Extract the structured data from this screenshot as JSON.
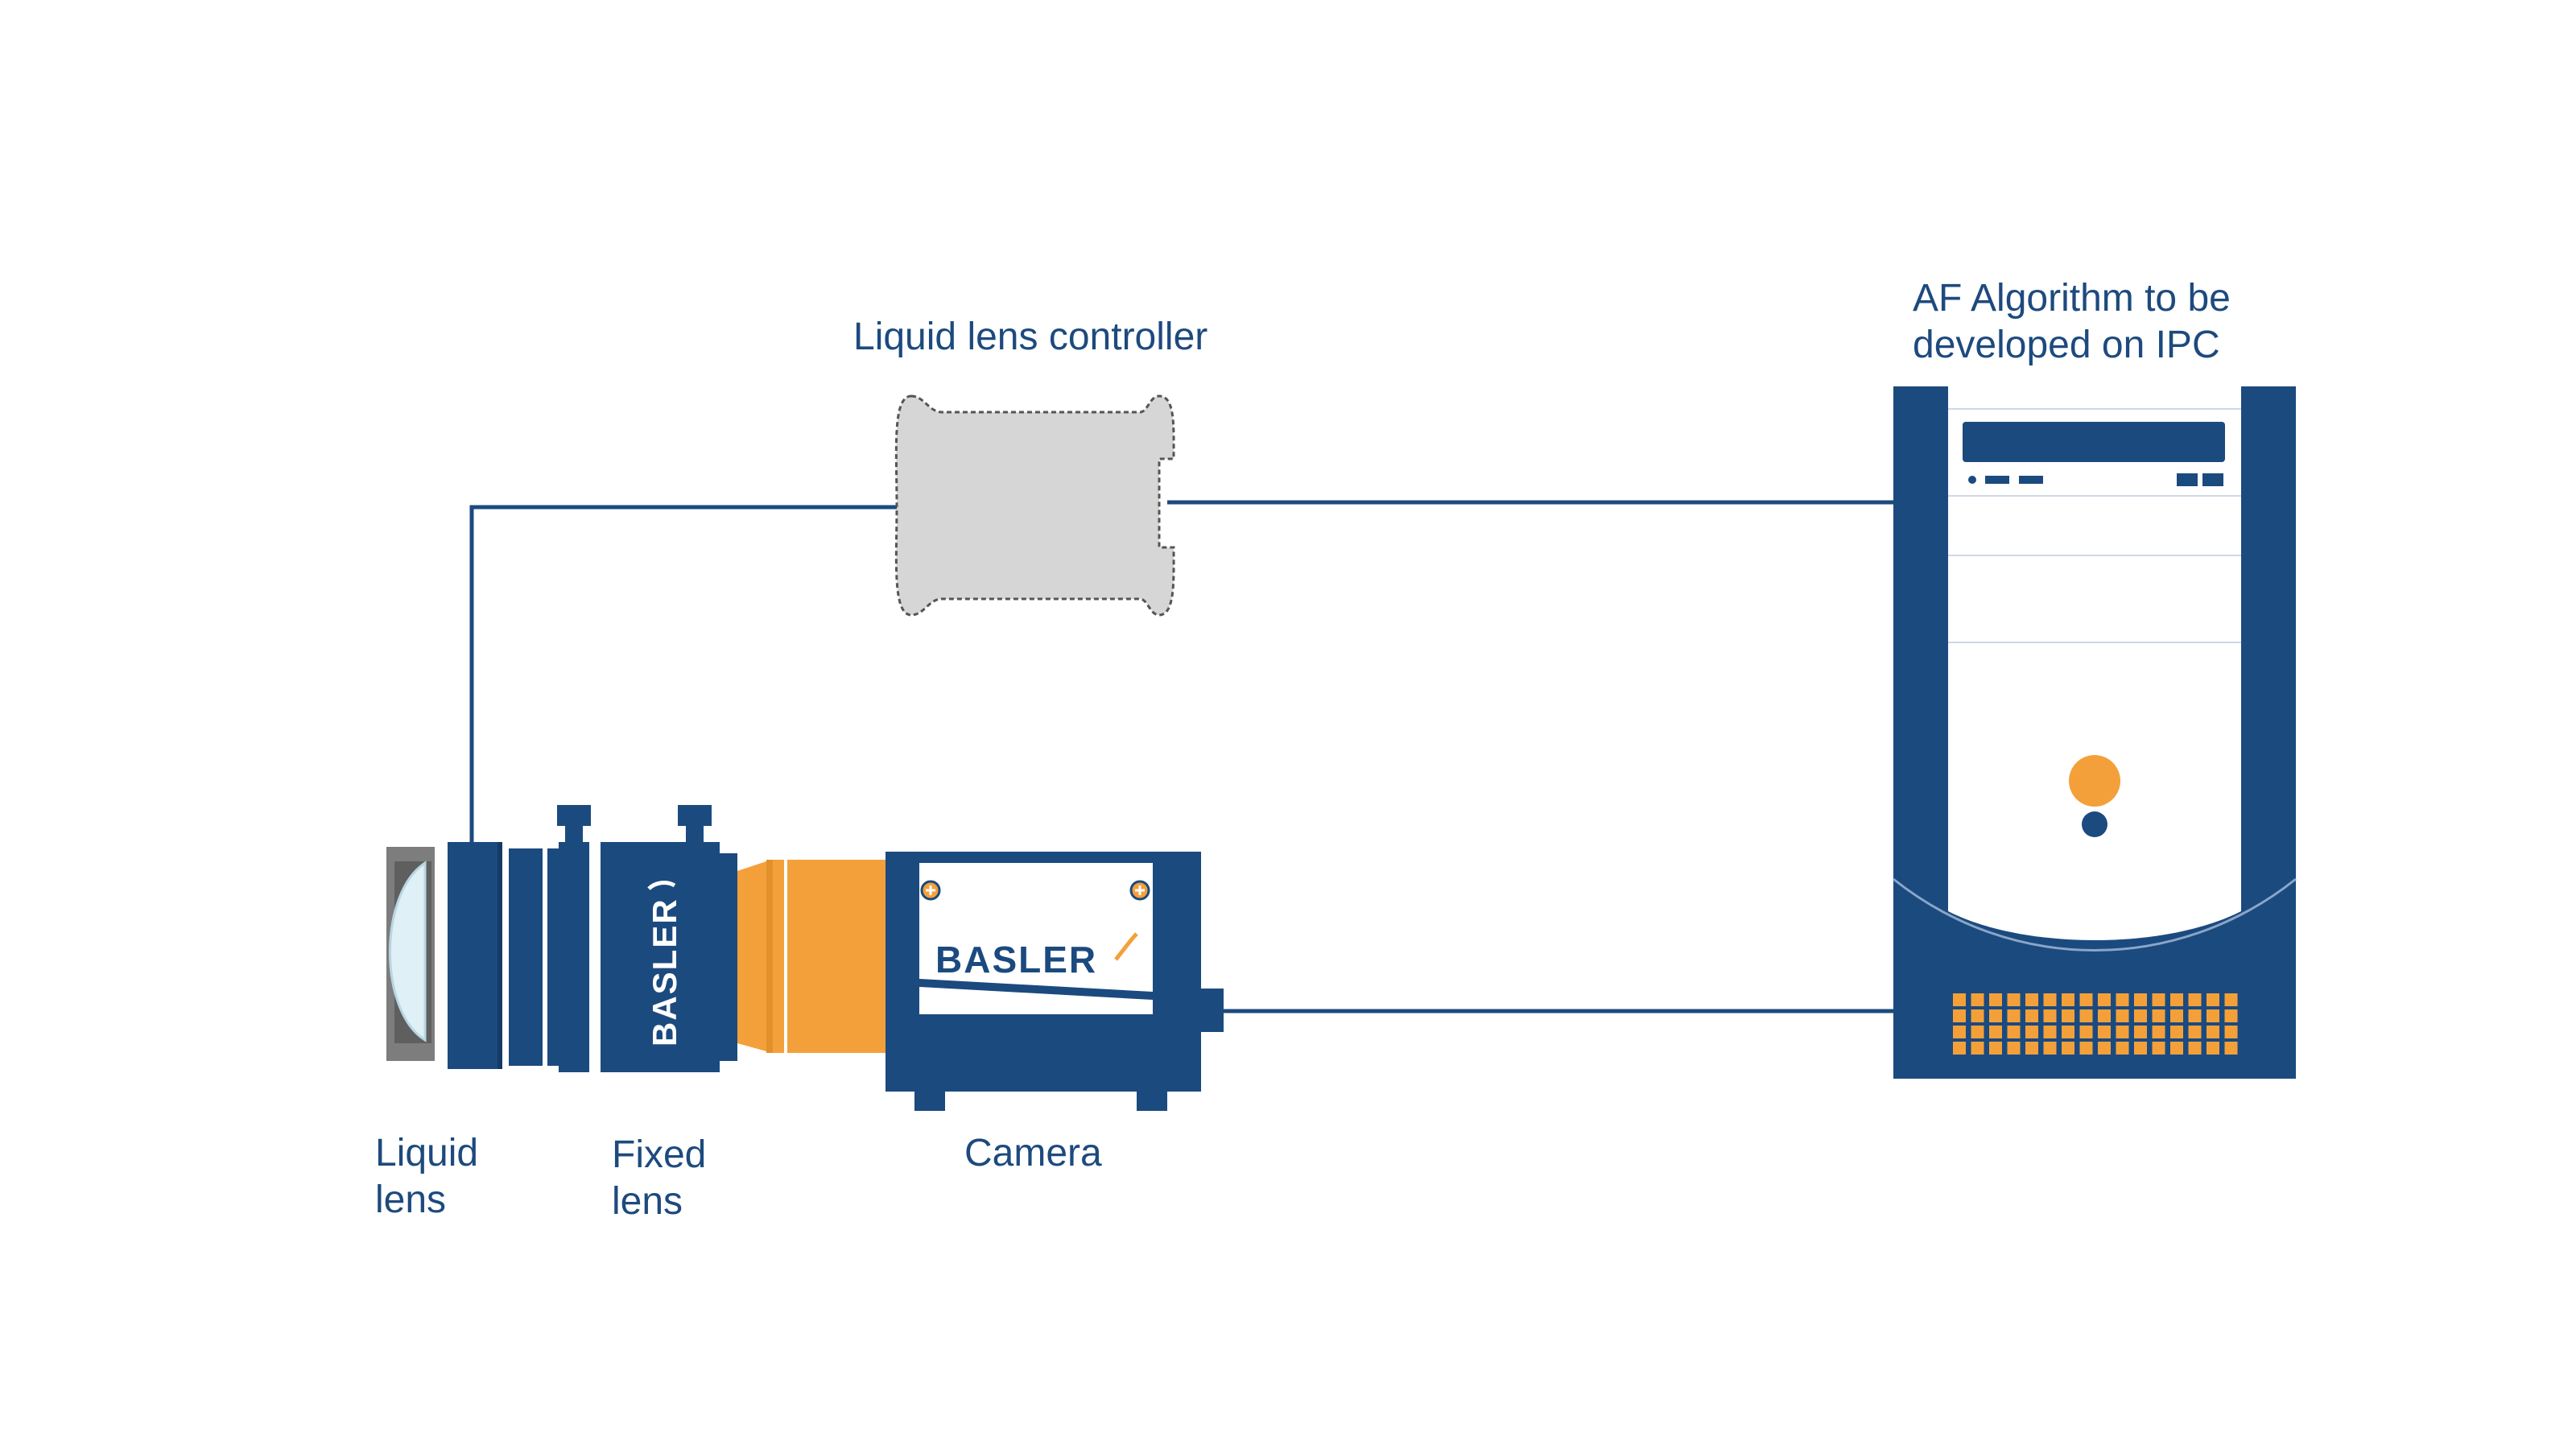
{
  "labels": {
    "controller": "Liquid lens controller",
    "ipc_line1": "AF Algorithm to be",
    "ipc_line2": "developed on IPC",
    "liquid_lens_line1": "Liquid",
    "liquid_lens_line2": "lens",
    "fixed_lens_line1": "Fixed",
    "fixed_lens_line2": "lens",
    "camera": "Camera"
  },
  "brand": {
    "fixed_lens_logo": "BASLER",
    "camera_logo": "BASLER"
  },
  "colors": {
    "navy": "#1b4a7f",
    "orange": "#f4a03a",
    "controller_gray": "#d6d6d6",
    "lens_gray": "#7d7d7d",
    "wire": "#1b4a7f",
    "label_text": "#1d4a7e"
  }
}
